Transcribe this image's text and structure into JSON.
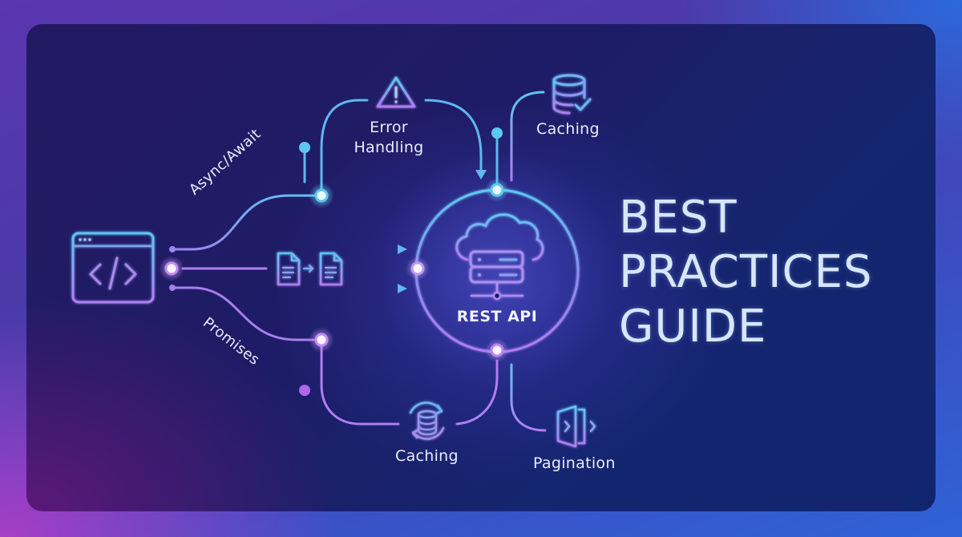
{
  "title": {
    "lines": [
      "BEST",
      "PRACTICES",
      "GUIDE"
    ]
  },
  "center_node": {
    "label": "REST API",
    "icon": "cloud-server-icon"
  },
  "client_node": {
    "icon": "code-window-icon"
  },
  "branches": {
    "async_await": {
      "label": "Async/Await"
    },
    "promises": {
      "label": "Promises"
    },
    "error_handling": {
      "label": "Error\nHandling",
      "line1": "Error",
      "line2": "Handling",
      "icon": "warning-triangle-icon"
    },
    "caching_top": {
      "label": "Caching",
      "icon": "database-check-icon"
    },
    "caching_bottom": {
      "label": "Caching",
      "icon": "database-sync-icon"
    },
    "pagination": {
      "label": "Pagination",
      "icon": "page-flip-icon"
    },
    "data_transfer": {
      "icon": "document-transform-icon"
    }
  },
  "colors": {
    "cyan": "#5cc8f0",
    "blue": "#6fa8f0",
    "violet": "#a87ee8",
    "purple": "#b784f0",
    "title_text": "#d6e6ff",
    "card_dark": "#1e1c66",
    "bg_purple": "#a63cc8",
    "bg_blue": "#2f63d6"
  }
}
